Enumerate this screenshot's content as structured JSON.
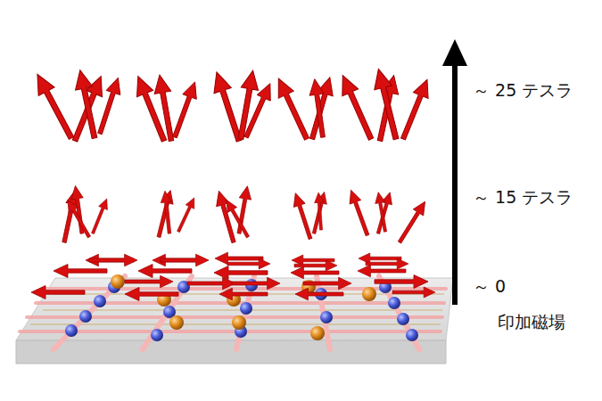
{
  "diagram": {
    "labels": [
      "～ 25 テスラ",
      "～ 15 テスラ",
      "～ 0",
      "印加磁場"
    ]
  }
}
